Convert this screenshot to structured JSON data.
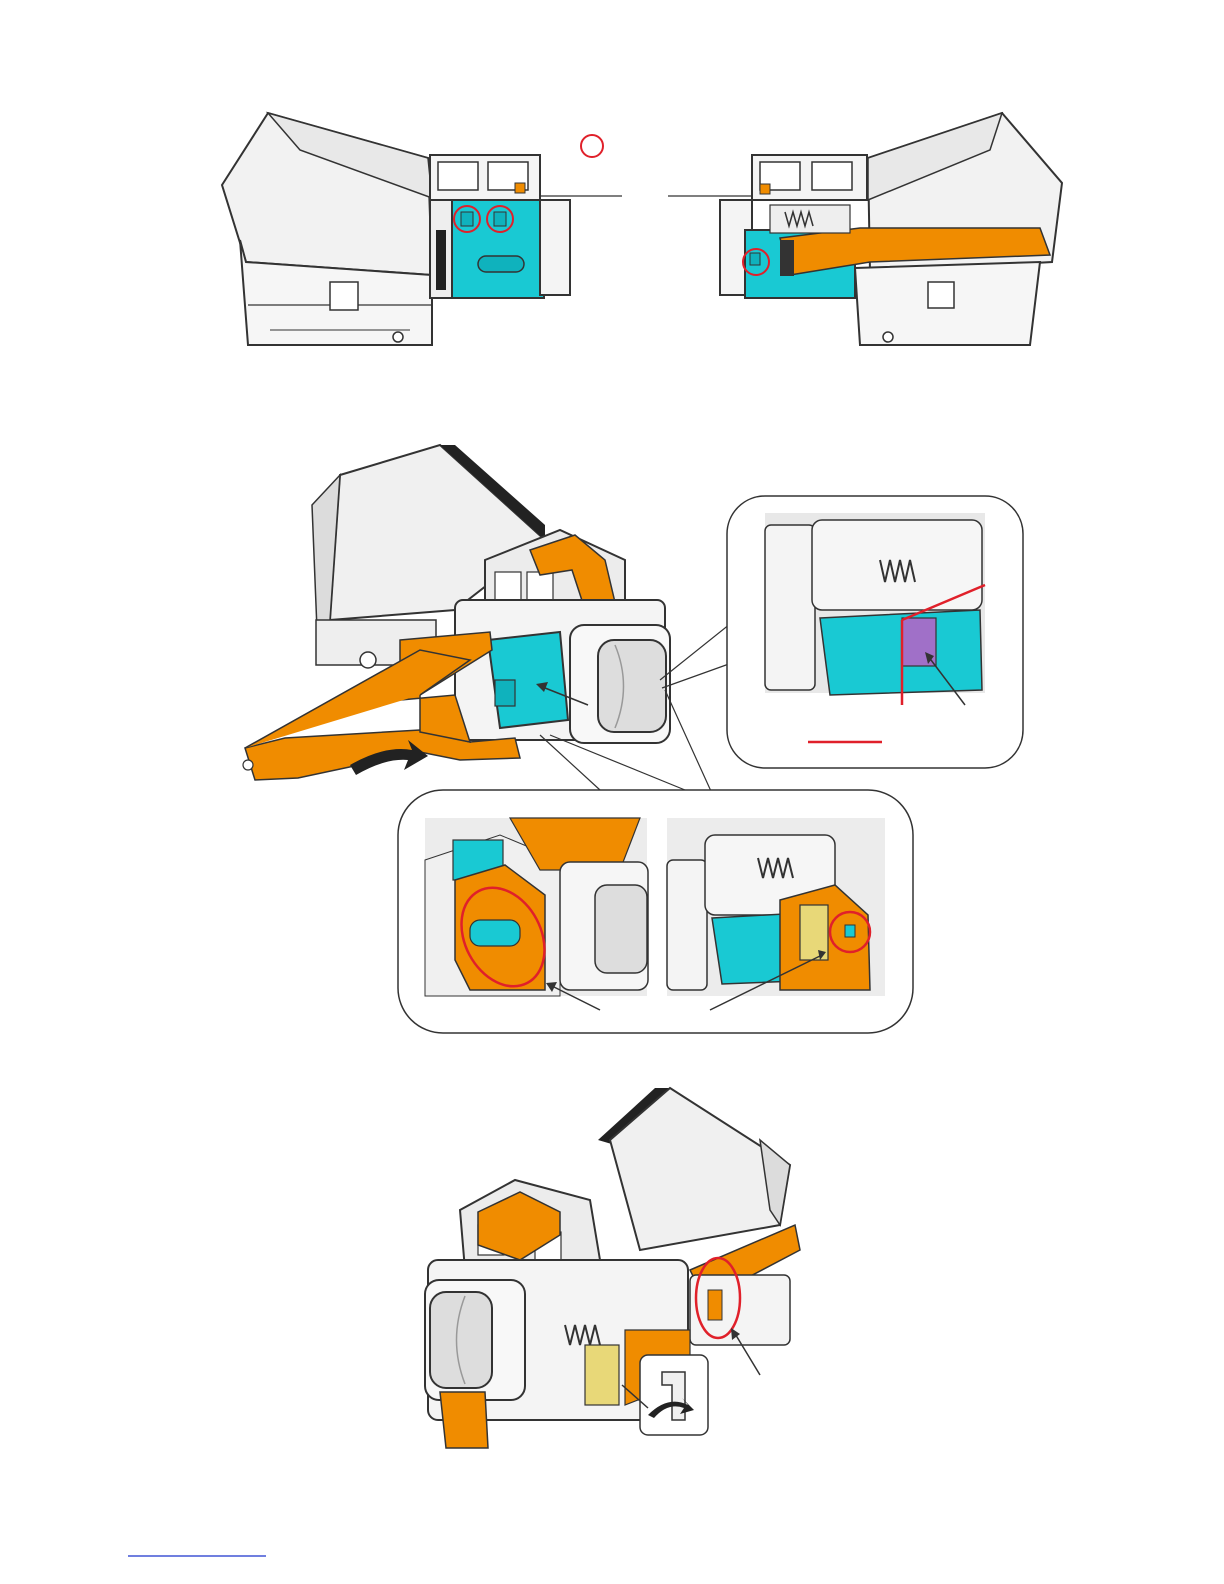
{
  "colors": {
    "cyan": "#19c9d3",
    "orange": "#f08c00",
    "purple": "#a070c8",
    "red": "#e0202a",
    "yellow": "#e8d878",
    "grey": "#d8d8d8",
    "dark": "#333333",
    "link": "#1a33cc"
  },
  "figures": [
    {
      "name": "side-views",
      "callout_circles": 4
    },
    {
      "name": "flex-routing-view",
      "callout_circles": 2
    },
    {
      "name": "installed-view",
      "callout_circles": 1
    }
  ],
  "icons": [
    "red-circle-marker-icon",
    "curved-arrow-icon",
    "pointer-arrow-icon",
    "connector-hook-icon"
  ]
}
